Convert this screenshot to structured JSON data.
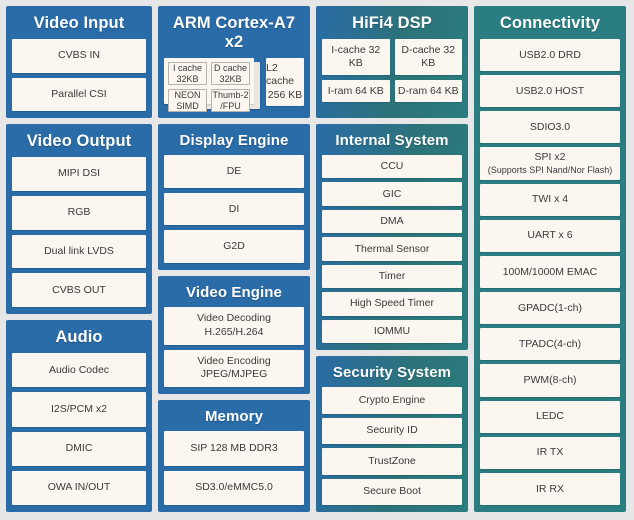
{
  "diagram": {
    "title": "SoC Block Diagram",
    "background_color": "#e7e7e7",
    "colors": {
      "blue": "#2a6ca7",
      "teal": "#2a7d80",
      "item_fill": "#fbf7f0",
      "title_text": "#ffffff",
      "item_text": "#3a3a3a"
    }
  },
  "blocks": {
    "video_input": {
      "title": "Video Input",
      "accent": "blue",
      "items": [
        {
          "label": "CVBS IN"
        },
        {
          "label": "Parallel CSI"
        }
      ]
    },
    "video_output": {
      "title": "Video Output",
      "accent": "blue",
      "items": [
        {
          "label": "MIPI DSI"
        },
        {
          "label": "RGB"
        },
        {
          "label": "Dual link LVDS"
        },
        {
          "label": "CVBS OUT"
        }
      ]
    },
    "audio": {
      "title": "Audio",
      "accent": "blue",
      "items": [
        {
          "label": "Audio Codec"
        },
        {
          "label": "I2S/PCM x2"
        },
        {
          "label": "DMIC"
        },
        {
          "label": "OWA IN/OUT"
        }
      ]
    },
    "arm": {
      "title": "ARM Cortex-A7 x2",
      "accent": "blue",
      "mini_items": [
        {
          "line1": "I cache",
          "line2": "32KB"
        },
        {
          "line1": "D cache",
          "line2": "32KB"
        },
        {
          "line1": "NEON",
          "line2": "SIMD"
        },
        {
          "line1": "Thumb-2",
          "line2": "/FPU"
        }
      ],
      "l2": {
        "line1": "L2 cache",
        "line2": "256 KB"
      }
    },
    "display_engine": {
      "title": "Display Engine",
      "accent": "blue",
      "items": [
        {
          "label": "DE"
        },
        {
          "label": "DI"
        },
        {
          "label": "G2D"
        }
      ]
    },
    "video_engine": {
      "title": "Video Engine",
      "accent": "blue",
      "items": [
        {
          "line1": "Video Decoding",
          "line2": "H.265/H.264"
        },
        {
          "line1": "Video Encoding",
          "line2": "JPEG/MJPEG"
        }
      ]
    },
    "memory": {
      "title": "Memory",
      "accent": "blue",
      "items": [
        {
          "label": "SIP 128 MB DDR3"
        },
        {
          "label": "SD3.0/eMMC5.0"
        }
      ]
    },
    "hifi4_dsp": {
      "title": "HiFi4 DSP",
      "accent": "gradient",
      "rows": [
        [
          {
            "label": "I-cache 32 KB"
          },
          {
            "label": "D-cache 32 KB"
          }
        ],
        [
          {
            "label": "I-ram 64 KB"
          },
          {
            "label": "D-ram 64 KB"
          }
        ]
      ]
    },
    "internal_system": {
      "title": "Internal System",
      "accent": "gradient",
      "items": [
        {
          "label": "CCU"
        },
        {
          "label": "GIC"
        },
        {
          "label": "DMA"
        },
        {
          "label": "Thermal Sensor"
        },
        {
          "label": "Timer"
        },
        {
          "label": "High Speed Timer"
        },
        {
          "label": "IOMMU"
        }
      ]
    },
    "security_system": {
      "title": "Security System",
      "accent": "gradient",
      "items": [
        {
          "label": "Crypto Engine"
        },
        {
          "label": "Security ID"
        },
        {
          "label": "TrustZone"
        },
        {
          "label": "Secure Boot"
        }
      ]
    },
    "connectivity": {
      "title": "Connectivity",
      "accent": "teal",
      "items": [
        {
          "label": "USB2.0 DRD"
        },
        {
          "label": "USB2.0 HOST"
        },
        {
          "label": "SDIO3.0"
        },
        {
          "line1": "SPI x2",
          "line2": "(Supports SPI Nand/Nor Flash)"
        },
        {
          "label": "TWI x 4"
        },
        {
          "label": "UART x 6"
        },
        {
          "label": "100M/1000M EMAC"
        },
        {
          "label": "GPADC(1-ch)"
        },
        {
          "label": "TPADC(4-ch)"
        },
        {
          "label": "PWM(8-ch)"
        },
        {
          "label": "LEDC"
        },
        {
          "label": "IR TX"
        },
        {
          "label": "IR RX"
        }
      ]
    }
  }
}
